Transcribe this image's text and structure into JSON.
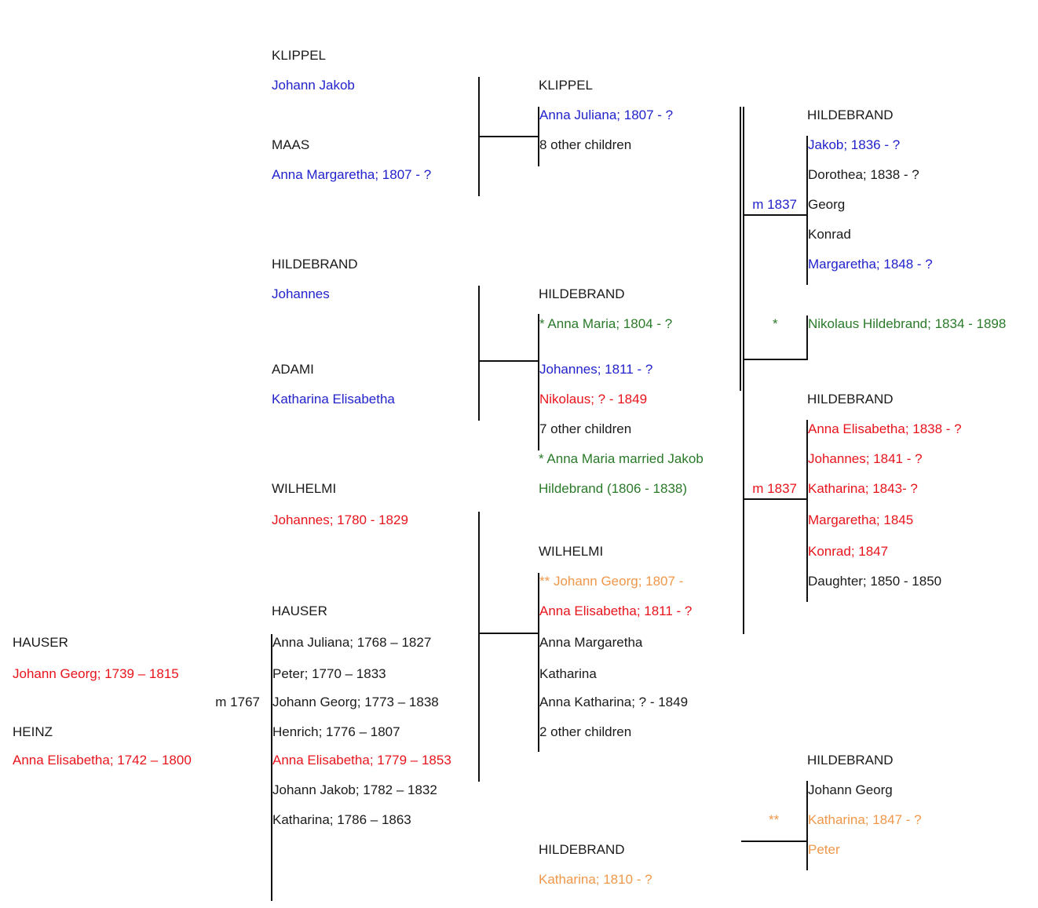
{
  "colors": {
    "black": "#1a1a1a",
    "blue": "#2222cc",
    "red": "#e8141c",
    "green": "#2a7a2a",
    "orange": "#f0974a"
  },
  "col1": {
    "hauser": {
      "surname": "HAUSER",
      "name": "Johann Georg; 1739 – 1815"
    },
    "heinz": {
      "surname": "HEINZ",
      "name": "Anna Elisabetha; 1742 – 1800"
    },
    "marriage": "m 1767"
  },
  "col2": {
    "klippel": {
      "surname": "KLIPPEL",
      "name": "Johann Jakob"
    },
    "maas": {
      "surname": "MAAS",
      "name": "Anna Margaretha; 1807 - ?"
    },
    "hildebrand": {
      "surname": "HILDEBRAND",
      "name": "Johannes"
    },
    "adami": {
      "surname": "ADAMI",
      "name": "Katharina Elisabetha"
    },
    "wilhelmi": {
      "surname": "WILHELMI",
      "name": "Johannes; 1780 - 1829"
    },
    "hauser_children": {
      "surname": "HAUSER",
      "children": [
        "Anna Juliana; 1768 – 1827",
        "Peter; 1770 – 1833",
        "Johann Georg; 1773 – 1838",
        "Henrich; 1776 – 1807",
        "Anna Elisabetha; 1779 – 1853",
        "Johann Jakob; 1782 – 1832",
        "Katharina; 1786 – 1863"
      ]
    }
  },
  "col3": {
    "klippel": {
      "surname": "KLIPPEL",
      "children": [
        "Anna Juliana; 1807 - ?",
        "8 other children"
      ]
    },
    "hildebrand": {
      "surname": "HILDEBRAND",
      "children": [
        "* Anna Maria; 1804 - ?",
        "Johannes; 1811 - ?",
        "Nikolaus; ? - 1849",
        "7 other children"
      ],
      "note_line1": "* Anna Maria married Jakob",
      "note_line2": "Hildebrand (1806 - 1838)"
    },
    "wilhelmi": {
      "surname": "WILHELMI",
      "children": [
        "** Johann Georg; 1807 -",
        "Anna Elisabetha; 1811 - ?",
        "Anna Margaretha",
        "Katharina",
        "Anna Katharina; ? - 1849",
        "2 other children"
      ]
    },
    "hildebrand2": {
      "surname": "HILDEBRAND",
      "name": "Katharina; 1810 - ?"
    }
  },
  "col4": {
    "marriage_a": "m 1837",
    "star": "*",
    "marriage_b": "m 1837",
    "double_star": "**"
  },
  "col5": {
    "family_a": {
      "surname": "HILDEBRAND",
      "children": [
        "Jakob; 1836 - ?",
        "Dorothea; 1838 - ?",
        "Georg",
        "Konrad",
        "Margaretha; 1848 - ?"
      ]
    },
    "nikolaus": "Nikolaus Hildebrand; 1834 - 1898",
    "family_b": {
      "surname": "HILDEBRAND",
      "children": [
        "Anna Elisabetha; 1838 - ?",
        "Johannes; 1841 - ?",
        "Katharina; 1843- ?",
        "Margaretha; 1845",
        "Konrad; 1847",
        "Daughter; 1850 - 1850"
      ]
    },
    "family_c": {
      "surname": "HILDEBRAND",
      "children": [
        "Johann Georg",
        "Katharina; 1847 - ?",
        "Peter"
      ]
    }
  }
}
